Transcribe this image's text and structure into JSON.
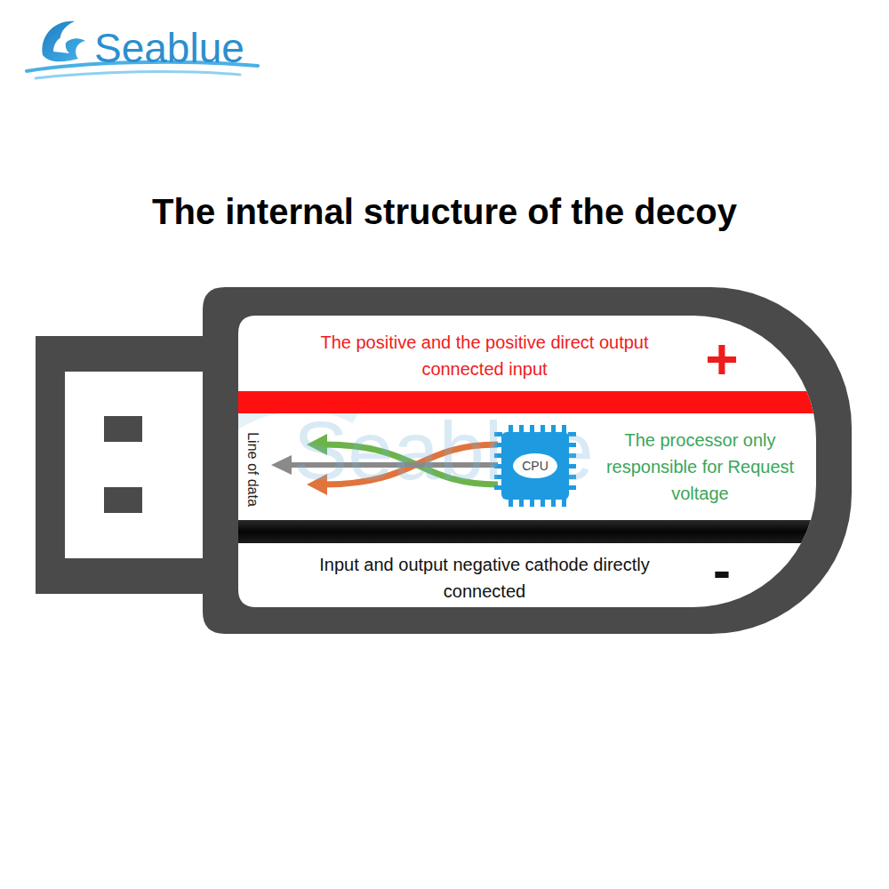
{
  "diagram": {
    "title": "The internal structure of the decoy",
    "nodes": [
      {
        "text": [
          "CPU"
        ]
      }
    ],
    "labels": [
      "Seablue",
      "Seablue",
      "The positive and the positive direct output connected input",
      "+",
      "Line of data",
      "The processor only responsible for Request voltage",
      "Input and output negative cathode directly connected",
      "-"
    ]
  }
}
